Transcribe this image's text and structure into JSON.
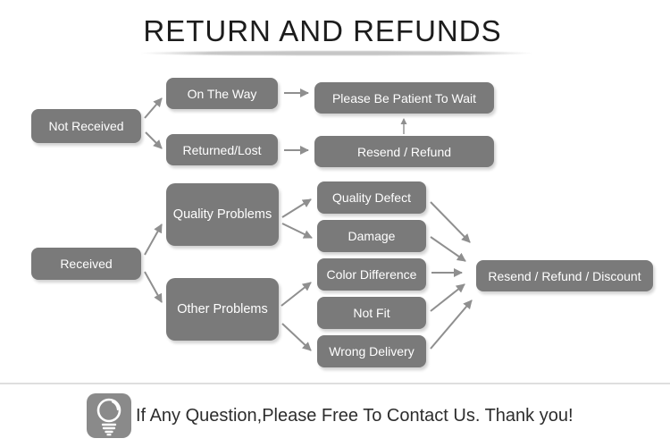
{
  "header": {
    "title": "RETURN AND REFUNDS"
  },
  "colors": {
    "box_fill": "#7a7a7a",
    "box_text": "#ffffff",
    "arrow": "#8f8f8f",
    "title_text": "#1c1c1c",
    "divider": "#dedede",
    "icon_background": "#8a8a8a",
    "footer_text": "#2d2d2d"
  },
  "flowchart": {
    "nodes": {
      "not_received": "Not Received",
      "on_the_way": "On The Way",
      "please_be_patient": "Please Be Patient To Wait",
      "returned_lost": "Returned/Lost",
      "resend_refund": "Resend / Refund",
      "received": "Received",
      "quality_problems": "Quality Problems",
      "other_problems": "Other Problems",
      "quality_defect": "Quality Defect",
      "damage": "Damage",
      "color_difference": "Color Difference",
      "not_fit": "Not Fit",
      "wrong_delivery": "Wrong Delivery",
      "resend_refund_discount": "Resend / Refund / Discount"
    },
    "edges": [
      {
        "from": "not_received",
        "to": "on_the_way"
      },
      {
        "from": "not_received",
        "to": "returned_lost"
      },
      {
        "from": "on_the_way",
        "to": "please_be_patient"
      },
      {
        "from": "returned_lost",
        "to": "resend_refund"
      },
      {
        "from": "resend_refund",
        "to": "please_be_patient"
      },
      {
        "from": "received",
        "to": "quality_problems"
      },
      {
        "from": "received",
        "to": "other_problems"
      },
      {
        "from": "quality_problems",
        "to": "quality_defect"
      },
      {
        "from": "quality_problems",
        "to": "damage"
      },
      {
        "from": "other_problems",
        "to": "color_difference"
      },
      {
        "from": "other_problems",
        "to": "wrong_delivery"
      },
      {
        "from": "quality_defect",
        "to": "resend_refund_discount"
      },
      {
        "from": "damage",
        "to": "resend_refund_discount"
      },
      {
        "from": "color_difference",
        "to": "resend_refund_discount"
      },
      {
        "from": "not_fit",
        "to": "resend_refund_discount"
      },
      {
        "from": "wrong_delivery",
        "to": "resend_refund_discount"
      }
    ]
  },
  "footer": {
    "icon": "lightbulb-icon",
    "message": "If Any Question,Please Free To Contact Us. Thank you!"
  }
}
